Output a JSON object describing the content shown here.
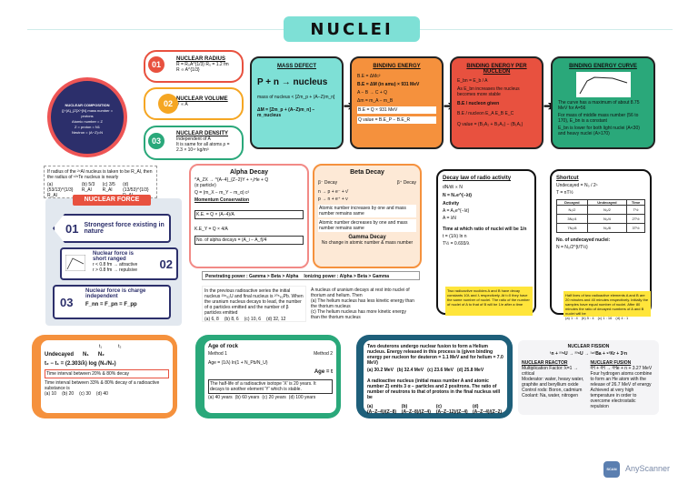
{
  "title": "NUCLEI",
  "center_circle": {
    "lines": [
      "NUCLEAR COMPOSITION",
      "{}^{A}_{Z}X^{N} mass number = protons",
      "Atomic number = Z",
      "Z = proton = N1",
      "Neutron = (A−Z)=N"
    ]
  },
  "nav": [
    {
      "num": "01",
      "heading": "NUCLEAR RADIUS",
      "l1": "R = R₀A^{1/3}  R₀ = 1.2 fm",
      "l2": "R ∝ A^{1/3}"
    },
    {
      "num": "02",
      "heading": "NUCLEAR VOLUME",
      "l1": "V ∝ A",
      "l2": ""
    },
    {
      "num": "03",
      "heading": "NUCLEAR DENSITY",
      "l1": "Independent of A",
      "l2": "It is same for all atoms  ρ = 2.3 × 10¹⁷ kg/m³"
    }
  ],
  "mass_defect": {
    "heading": "MASS DEFECT",
    "eq1": "P + n → nucleus",
    "eq2": "mass of nucleus < [Zm_p + (A−Z)m_n]",
    "eq3": "ΔM = [Zm_p + (A−Z)m_n] − m_nucleus"
  },
  "binding_energy": {
    "heading": "BINDING ENERGY",
    "l1": "B.E = ΔMc²",
    "l2": "B.E = ΔM (in amu) × 931 MeV",
    "l3": "A − B → C + Q",
    "l4": "Δm = m_A − m_B",
    "l5": "B.E = Q × 931 MeV",
    "l6": "Q value = B.E_P − B.E_R"
  },
  "be_per_nucleon": {
    "heading": "BINDING ENERGY PER NUCLEON",
    "l1": "E_bn = E_b / A",
    "l2": "As E_bn increases the nucleus becomes more stable",
    "l3": "B.E / nucleon given",
    "l4": "B.E / nucleon  E_A  E_B  E_C",
    "l5": "Q value = (B₂A₂ + B₃A₃) − (B₁A₁)"
  },
  "be_curve": {
    "heading": "BINDING ENERGY CURVE",
    "l1": "The curve has a maximum of about 8.75 MeV for A=56",
    "l2": "For mass of middle mass number (56 to 170), E_bn is a constant",
    "l3": "E_bn is lower for both light nuclei (A<30) and heavy nuclei (A>170)"
  },
  "radius_q": {
    "text": "If radius of the ²⁷Al nucleus is taken to be R_Al, then the radius of ¹²⁵Te nucleus is nearly",
    "opts": [
      "(a) (53/13)^{1/3} R_Al",
      "(b) 5/3 R_Al",
      "(c) 3/5 R_Al",
      "(d) (13/53)^{1/3} R_Al"
    ]
  },
  "nuclear_force": {
    "heading": "NUCLEAR FORCE",
    "items": [
      {
        "num": "01",
        "text": "Strongest force existing in nature"
      },
      {
        "num": "02",
        "text": "Nuclear force is short ranged",
        "sub1": "r < 0.8 fm → attractive",
        "sub2": "r > 0.8 fm → repulsive"
      },
      {
        "num": "03",
        "text": "Nuclear force is charge independent",
        "sub1": "F_nn = F_pn = F_pp"
      }
    ]
  },
  "alpha": {
    "heading": "Alpha Decay",
    "l1": "^A_ZX → ^{A−4}_{Z−2}Y + ⁴₂He + Q",
    "l2": "(α particle)",
    "l3": "Q = (m_X − m_Y − m_α) c²",
    "l4": "Momentum Conservation",
    "l5": "K.E. = Q × (A−4)/A",
    "l6": "K.E_Y = Q × 4/A",
    "l7": "No. of alpha decays = (A_i − A_f)/4"
  },
  "beta": {
    "heading": "Beta Decay",
    "b1": "β⁻ Decay",
    "b2": "β⁺ Decay",
    "l1": "n → p + e⁻ + ν̄",
    "l2": "p → n + e⁺ + ν",
    "note": "Atomic number increases by one and mass number remains same",
    "note2": "Atomic number decreases by one and mass number remains same",
    "gamma": "Gamma Decay",
    "gamma_text": "No change in atomic number & mass number"
  },
  "penetrating": "Penetrating power : Gamma > Beta > Alpha",
  "ionizing": "Ionizing power : Alpha > Beta > Gamma",
  "mcq_left": {
    "q": "In the previous radioactive series the initial nucleus ²³⁸₉₂U and final nucleus is ²⁰⁶₈₂Pb. When the uranium nucleus decays to lead, the number of α particles emitted and the number of β particles emitted",
    "opts": [
      "(a) 6, 8",
      "(b) 8, 6",
      "(c) 10, 6",
      "(d) 32, 12"
    ]
  },
  "mcq_right": {
    "q": "A nucleus of uranium decays at rest into nuclei of thorium and helium. Then",
    "opts": [
      "(a) The helium nucleus has less kinetic energy than the thorium nucleus",
      "(b) The helium nucleus has more momentum than the thorium nucleus",
      "(c) The helium nucleus has more kinetic energy than the thorium nucleus",
      "(d) The helium nucleus has more momentum than the thorium nucleus"
    ]
  },
  "decay_law": {
    "heading": "Decay law of radio activity",
    "l1": "dN/dt ∝ N",
    "l2": "N = N₀e^{−λt}",
    "l3": "Activity",
    "l4": "A = A₀e^{−λt}",
    "l5": "A = λN",
    "l6": "Time at which ratio of nuclei will be 1/n",
    "l7": "t = (1/λ) ln n",
    "l8": "T½ = 0.693/λ",
    "note": "Two radioactive nuclides A and B have decay constants 10λ and λ respectively. At t=0 they have the same number of nuclei. The ratio of the number of nuclei of A to that of B will be 1/e after a time"
  },
  "shortcut": {
    "heading": "Shortcut",
    "l1": "Undecayed = N₀ / 2ⁿ",
    "l2": "T = nT½",
    "cols": [
      "Decayed",
      "Undecayed",
      "Time"
    ],
    "rows": [
      [
        "N₀/2",
        "N₀/2",
        "T½"
      ],
      [
        "3N₀/4",
        "N₀/4",
        "2T½"
      ],
      [
        "7N₀/8",
        "N₀/8",
        "3T½"
      ]
    ],
    "l3": "No. of undecayed nuclei:",
    "l4": "N = N₀/2^{t/T½}",
    "note": "Half lives of two radioactive elements A and B are 20 minutes and 40 minutes respectively. Initially the samples have equal number of nuclei. After 80 minutes the ratio of decayed numbers of A and B nuclei will be",
    "opts": [
      "(a) 1 : 4",
      "(b) 5 : 4",
      "(c) 1 : 16",
      "(d) 4 : 1"
    ]
  },
  "undecayed": {
    "t1": "t₁",
    "t2": "t₂",
    "label": "Undecayed",
    "n1": "N₁",
    "n2": "N₂",
    "formula": "t₂ − t₁ = (2.303/λ) log (N₁/N₂)",
    "note": "Time interval between 20% & 80% decay",
    "q": "Time interval between 33% & 80% decay of a radioactive substance is",
    "opts": [
      "(a) 10",
      "(b) 20",
      "(c) 30",
      "(d) 40"
    ]
  },
  "age_rock": {
    "heading": "Age of rock",
    "m1": "Method 1",
    "m2": "Method 2",
    "l1": "Age = (1/λ) ln(1 + N_Pb/N_U)",
    "l2": "Age = t",
    "q": "The half-life of a radioactive isotope 'X' is 20 years. It decays to another element 'Y' which is stable.",
    "opts": [
      "(a) 40 years",
      "(b) 60 years",
      "(c) 20 years",
      "(d) 100 years"
    ]
  },
  "deuterons": {
    "q": "Two deuterons undergo nuclear fusion to form a Helium nucleus. Energy released in this process is (given binding energy per nucleon for deuteron = 1.1 MeV and for helium = 7.0 MeV)",
    "opts": [
      "(a) 30.2 MeV",
      "(b) 32.4 MeV",
      "(c) 23.6 MeV",
      "(d) 25.8 MeV"
    ],
    "q2": "A radioactive nucleus (initial mass number A and atomic number Z) emits 3 α − particles and 2 positrons. The ratio of number of neutrons to that of protons in the final nucleus will be",
    "opts2": [
      "(a) (A−Z−4)/(Z−8)",
      "(b) (A−Z−8)/(Z−4)",
      "(c) (A−Z−12)/(Z−4)",
      "(d) (A−Z−4)/(Z−2)"
    ]
  },
  "fission": {
    "heading": "NUCLEAR FISSION",
    "eq": "¹n + ²³⁵U → ²³⁶U → ¹⁴¹Ba + ⁹²Kr + 3¹n",
    "reactor": "NUCLEAR REACTOR",
    "r1": "Multiplication Factor: k=1 → critical",
    "r2": "Moderator: water, heavy water, graphite and beryllium oxide",
    "r3": "Control rods: Boron, cadmium",
    "r4": "Coolant: Na, water, nitrogen",
    "fusion": "NUCLEAR FUSION",
    "f1": "²H + ²H → ³He + n + 3.27 MeV",
    "f2": "Four hydrogen atoms combine to form an He atom with the release of 26.7 MeV of energy",
    "f3": "Achieved at very high temperature in order to overcome electrostatic repulsion"
  },
  "watermark": "AnyScanner",
  "colors": {
    "teal": "#7ee0d6",
    "orange": "#f5913d",
    "red": "#e8513f",
    "green": "#2aa87a",
    "navy": "#2c2f6b",
    "yellow": "#ffe53b"
  }
}
